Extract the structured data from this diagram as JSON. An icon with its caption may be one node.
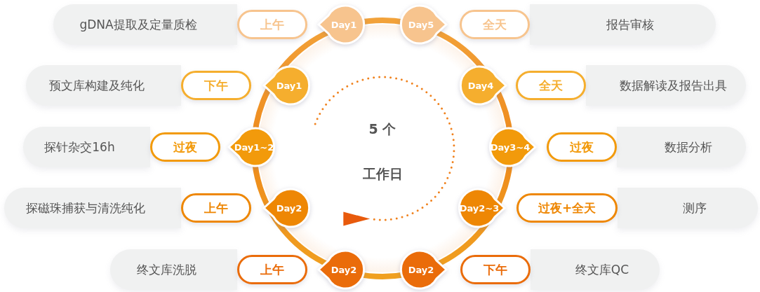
{
  "diagram": {
    "nodes": [
      {
        "text": [
          "gDNA提取及定量质检"
        ]
      },
      {
        "text": [
          "上午"
        ]
      },
      {
        "text": [
          "Day1"
        ]
      },
      {
        "text": [
          "Day5"
        ]
      },
      {
        "text": [
          "全天"
        ]
      },
      {
        "text": [
          "报告审核"
        ]
      },
      {
        "text": [
          "预文库构建及纯化"
        ]
      },
      {
        "text": [
          "下午"
        ]
      },
      {
        "text": [
          "Day1"
        ]
      },
      {
        "text": [
          "Day4"
        ]
      },
      {
        "text": [
          "全天"
        ]
      },
      {
        "text": [
          "数据解读及报告出具"
        ]
      },
      {
        "text": [
          "探针杂交16h"
        ]
      },
      {
        "text": [
          "过夜"
        ]
      },
      {
        "text": [
          "Day1~2"
        ]
      },
      {
        "text": [
          "Day3~4"
        ]
      },
      {
        "text": [
          "过夜"
        ]
      },
      {
        "text": [
          "数据分析"
        ]
      },
      {
        "text": [
          "探磁珠捕获与清洗纯化"
        ]
      },
      {
        "text": [
          "上午"
        ]
      },
      {
        "text": [
          "Day2"
        ]
      },
      {
        "text": [
          "Day2~3"
        ]
      },
      {
        "text": [
          "过夜+全天"
        ]
      },
      {
        "text": [
          "测序"
        ]
      },
      {
        "text": [
          "终文库洗脱"
        ]
      },
      {
        "text": [
          "上午"
        ]
      },
      {
        "text": [
          "Day2"
        ]
      },
      {
        "text": [
          "Day2"
        ]
      },
      {
        "text": [
          "下午"
        ]
      },
      {
        "text": [
          "终文库QC"
        ]
      },
      {
        "text": [
          "5 个",
          "工作日"
        ]
      }
    ]
  }
}
